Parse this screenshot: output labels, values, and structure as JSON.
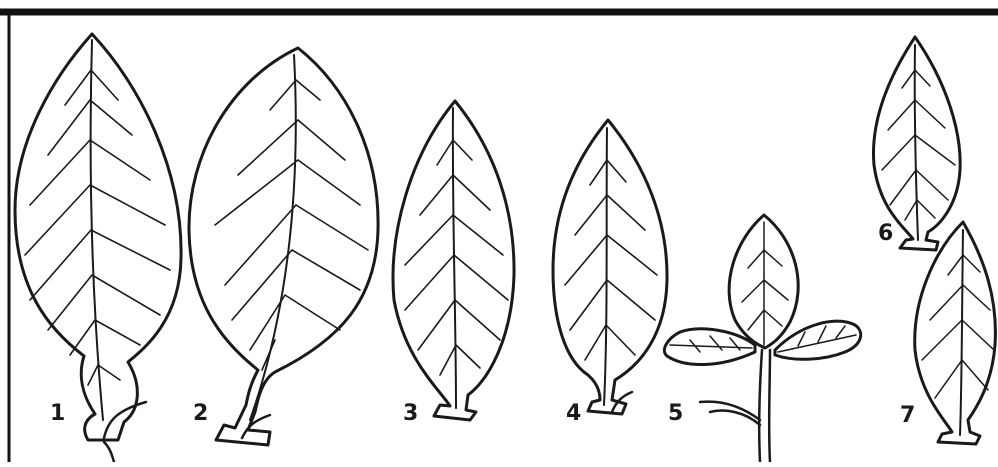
{
  "figure": {
    "labels": [
      {
        "id": "leaf-1",
        "text": "1"
      },
      {
        "id": "leaf-2",
        "text": "2"
      },
      {
        "id": "leaf-3",
        "text": "3"
      },
      {
        "id": "leaf-4",
        "text": "4"
      },
      {
        "id": "leaf-5",
        "text": "5"
      },
      {
        "id": "leaf-6",
        "text": "6"
      },
      {
        "id": "leaf-7",
        "text": "7"
      }
    ]
  },
  "colors": {
    "ink": "#1a1a1a",
    "background": "#ffffff"
  }
}
